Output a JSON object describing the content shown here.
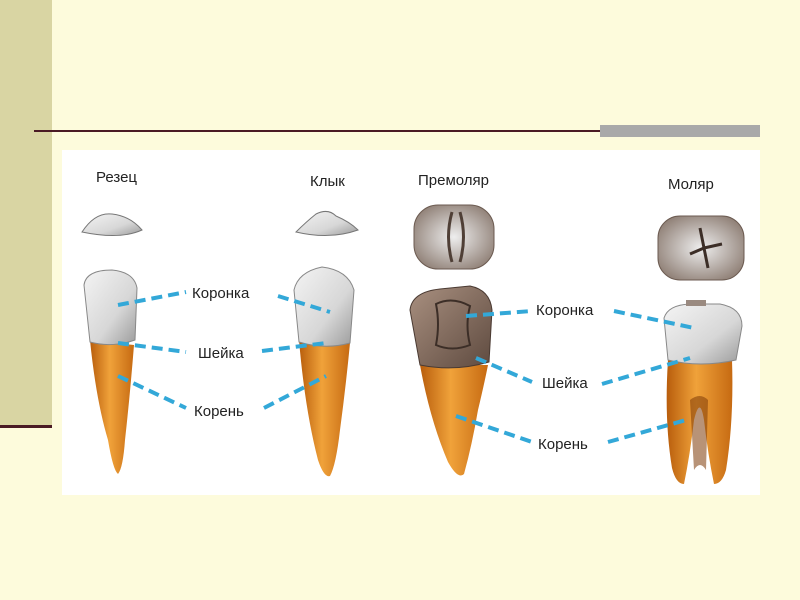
{
  "teeth": [
    {
      "id": "incisor",
      "name": "Резец"
    },
    {
      "id": "canine",
      "name": "Клык"
    },
    {
      "id": "premolar",
      "name": "Премоляр"
    },
    {
      "id": "molar",
      "name": "Моляр"
    }
  ],
  "labels_left": {
    "crown": "Коронка",
    "neck": "Шейка",
    "root": "Корень"
  },
  "labels_right": {
    "crown": "Коронка",
    "neck": "Шейка",
    "root": "Корень"
  },
  "colors": {
    "background": "#fdfbdc",
    "sidebar": "#d9d5a3",
    "rule": "#4a1a24",
    "rule_accent": "#a9a9a9",
    "leader_line": "#33a8d8",
    "enamel": "#dedede",
    "root": "#e38a1e",
    "premolar_crown": "#8a6f5e"
  }
}
